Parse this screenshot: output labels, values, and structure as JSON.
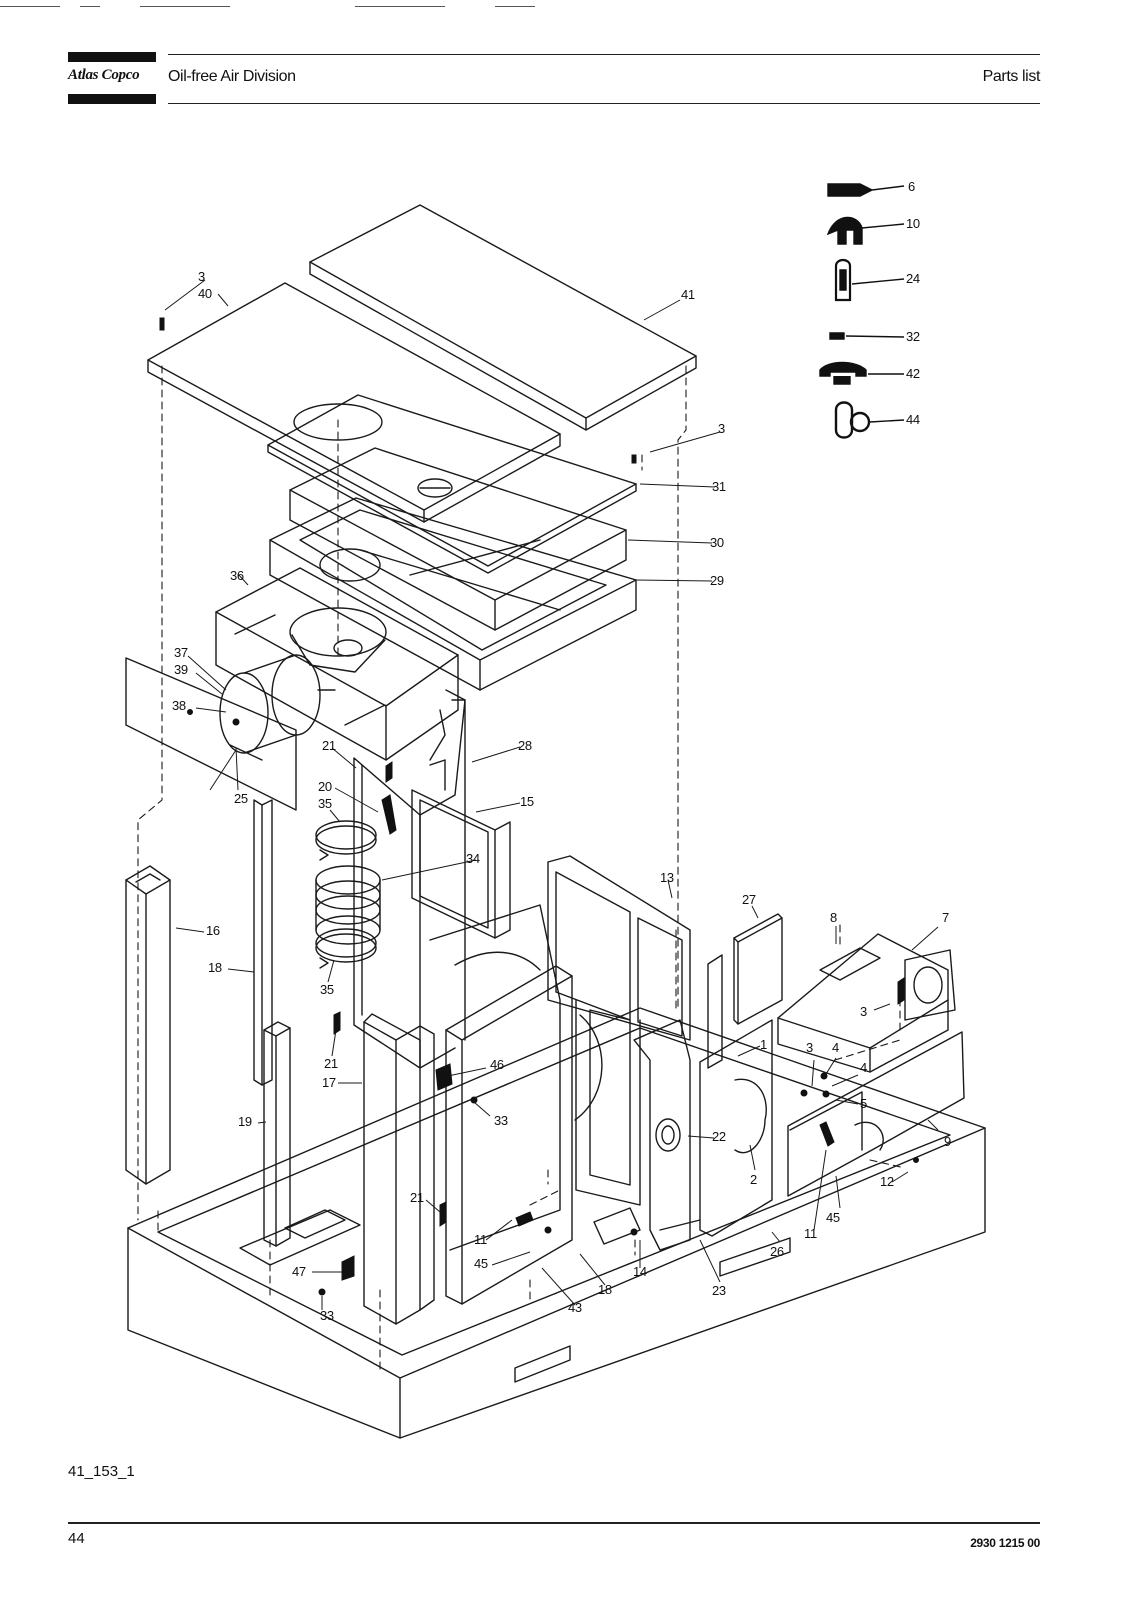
{
  "header": {
    "brand": "Atlas Copco",
    "division": "Oil-free Air Division",
    "doc_type": "Parts list"
  },
  "diagram": {
    "callouts": [
      {
        "id": "c3a",
        "label": "3"
      },
      {
        "id": "c40",
        "label": "40"
      },
      {
        "id": "c41",
        "label": "41"
      },
      {
        "id": "c3b",
        "label": "3"
      },
      {
        "id": "c31",
        "label": "31"
      },
      {
        "id": "c30",
        "label": "30"
      },
      {
        "id": "c29",
        "label": "29"
      },
      {
        "id": "c36",
        "label": "36"
      },
      {
        "id": "c37",
        "label": "37"
      },
      {
        "id": "c39",
        "label": "39"
      },
      {
        "id": "c38",
        "label": "38"
      },
      {
        "id": "c25",
        "label": "25"
      },
      {
        "id": "c21a",
        "label": "21"
      },
      {
        "id": "c28",
        "label": "28"
      },
      {
        "id": "c20",
        "label": "20"
      },
      {
        "id": "c35a",
        "label": "35"
      },
      {
        "id": "c15",
        "label": "15"
      },
      {
        "id": "c34",
        "label": "34"
      },
      {
        "id": "c16",
        "label": "16"
      },
      {
        "id": "c18a",
        "label": "18"
      },
      {
        "id": "c35b",
        "label": "35"
      },
      {
        "id": "c21b",
        "label": "21"
      },
      {
        "id": "c17",
        "label": "17"
      },
      {
        "id": "c19",
        "label": "19"
      },
      {
        "id": "c46",
        "label": "46"
      },
      {
        "id": "c33a",
        "label": "33"
      },
      {
        "id": "c21c",
        "label": "21"
      },
      {
        "id": "c11a",
        "label": "11"
      },
      {
        "id": "c45a",
        "label": "45"
      },
      {
        "id": "c47",
        "label": "47"
      },
      {
        "id": "c33b",
        "label": "33"
      },
      {
        "id": "c43",
        "label": "43"
      },
      {
        "id": "c18b",
        "label": "18"
      },
      {
        "id": "c14",
        "label": "14"
      },
      {
        "id": "c13",
        "label": "13"
      },
      {
        "id": "c27",
        "label": "27"
      },
      {
        "id": "c8",
        "label": "8"
      },
      {
        "id": "c7",
        "label": "7"
      },
      {
        "id": "c3c",
        "label": "3"
      },
      {
        "id": "c1",
        "label": "1"
      },
      {
        "id": "c3d",
        "label": "3"
      },
      {
        "id": "c4a",
        "label": "4"
      },
      {
        "id": "c4b",
        "label": "4"
      },
      {
        "id": "c5",
        "label": "5"
      },
      {
        "id": "c22",
        "label": "22"
      },
      {
        "id": "c2",
        "label": "2"
      },
      {
        "id": "c9",
        "label": "9"
      },
      {
        "id": "c12",
        "label": "12"
      },
      {
        "id": "c45b",
        "label": "45"
      },
      {
        "id": "c11b",
        "label": "11"
      },
      {
        "id": "c26",
        "label": "26"
      },
      {
        "id": "c23",
        "label": "23"
      }
    ],
    "legend": [
      {
        "label": "6",
        "icon": "clip-icon"
      },
      {
        "label": "10",
        "icon": "spring-clip-icon"
      },
      {
        "label": "24",
        "icon": "hinge-clip-icon"
      },
      {
        "label": "32",
        "icon": "plug-icon"
      },
      {
        "label": "42",
        "icon": "handle-icon"
      },
      {
        "label": "44",
        "icon": "seal-profile-icon"
      }
    ]
  },
  "footer": {
    "figure_id": "41_153_1",
    "page": "44",
    "doc_number": "2930 1215 00"
  }
}
